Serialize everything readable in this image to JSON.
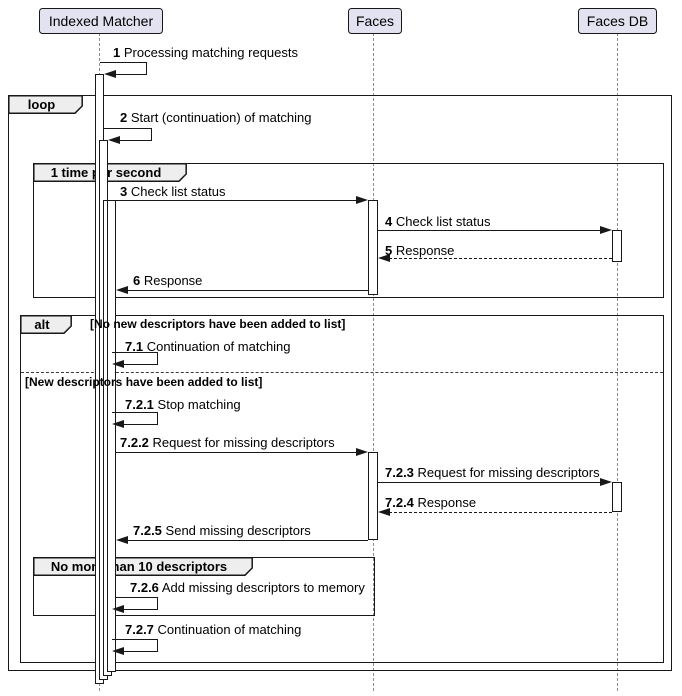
{
  "diagram": {
    "participants": [
      {
        "name": "Indexed Matcher"
      },
      {
        "name": "Faces"
      },
      {
        "name": "Faces DB"
      }
    ],
    "frames": {
      "loop": {
        "label": "loop"
      },
      "timer": {
        "label": "1 time per second"
      },
      "alt": {
        "label": "alt",
        "guard1": "[No new descriptors have been added to list]",
        "guard2": "[New descriptors have been added to list]"
      },
      "limit": {
        "label": "No more than 10 descriptors"
      }
    },
    "messages": {
      "m1": {
        "num": "1",
        "text": "Processing matching requests"
      },
      "m2": {
        "num": "2",
        "text": "Start (continuation) of matching"
      },
      "m3": {
        "num": "3",
        "text": "Check list status"
      },
      "m4": {
        "num": "4",
        "text": "Check list status"
      },
      "m5": {
        "num": "5",
        "text": "Response"
      },
      "m6": {
        "num": "6",
        "text": "Response"
      },
      "m71": {
        "num": "7.1",
        "text": "Continuation of matching"
      },
      "m721": {
        "num": "7.2.1",
        "text": "Stop matching"
      },
      "m722": {
        "num": "7.2.2",
        "text": "Request for missing descriptors"
      },
      "m723": {
        "num": "7.2.3",
        "text": "Request for missing descriptors"
      },
      "m724": {
        "num": "7.2.4",
        "text": "Response"
      },
      "m725": {
        "num": "7.2.5",
        "text": "Send missing descriptors"
      },
      "m726": {
        "num": "7.2.6",
        "text": "Add missing descriptors to memory"
      },
      "m727": {
        "num": "7.2.7",
        "text": "Continuation of matching"
      }
    },
    "colors": {
      "participant-fill": "#E2E2F0",
      "frame-label-fill": "#EEEEEE",
      "line": "#181818",
      "lifeline": "#8A8A8A"
    }
  }
}
